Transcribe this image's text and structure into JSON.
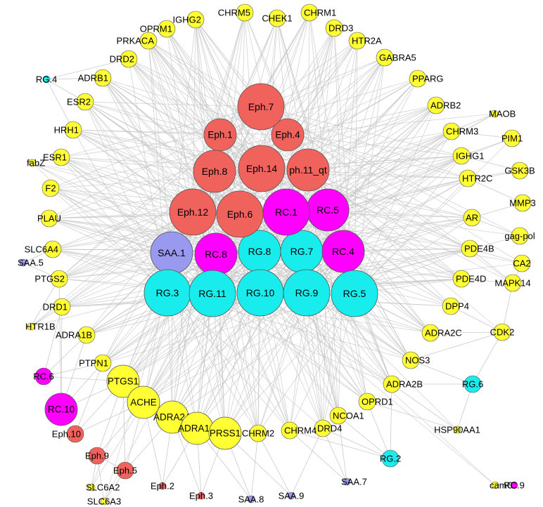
{
  "colors": {
    "background": "#ffffff",
    "edge": "#c4c4c4",
    "node_stroke": "#555555",
    "categories": {
      "target": "#ffff33",
      "eph": "#f0625c",
      "rc": "#ff00ff",
      "rg": "#19ecec",
      "saa": "#9999f0"
    }
  },
  "chart_data": {
    "type": "network",
    "nodes": [
      {
        "id": "Eph.7",
        "label": "Eph.7",
        "category": "eph",
        "size": "xl"
      },
      {
        "id": "Eph.1",
        "label": "Eph.1",
        "category": "eph",
        "size": "m"
      },
      {
        "id": "Eph.4",
        "label": "Eph.4",
        "category": "eph",
        "size": "m"
      },
      {
        "id": "Eph.8",
        "label": "Eph.8",
        "category": "eph",
        "size": "l"
      },
      {
        "id": "Eph.14",
        "label": "Eph.14",
        "category": "eph",
        "size": "xl"
      },
      {
        "id": "Eph.11",
        "label": "ph.11_qt",
        "category": "eph",
        "size": "l"
      },
      {
        "id": "Eph.12",
        "label": "Eph.12",
        "category": "eph",
        "size": "xl"
      },
      {
        "id": "Eph.6",
        "label": "Eph.6",
        "category": "eph",
        "size": "xl"
      },
      {
        "id": "RC.1",
        "label": "RC.1",
        "category": "rc",
        "size": "xl"
      },
      {
        "id": "RC.5",
        "label": "RC.5",
        "category": "rc",
        "size": "l"
      },
      {
        "id": "SAA.1",
        "label": "SAA.1",
        "category": "saa",
        "size": "l"
      },
      {
        "id": "RC.8",
        "label": "RC.8",
        "category": "rc",
        "size": "l"
      },
      {
        "id": "RG.8",
        "label": "RG.8",
        "category": "rg",
        "size": "l"
      },
      {
        "id": "RG.7",
        "label": "RG.7",
        "category": "rg",
        "size": "l"
      },
      {
        "id": "RC.4",
        "label": "RC.4",
        "category": "rc",
        "size": "l"
      },
      {
        "id": "RG.3",
        "label": "RG.3",
        "category": "rg",
        "size": "xl"
      },
      {
        "id": "RG.11",
        "label": "RG.11",
        "category": "rg",
        "size": "xl"
      },
      {
        "id": "RG.10",
        "label": "RG.10",
        "category": "rg",
        "size": "xl"
      },
      {
        "id": "RG.9",
        "label": "RG.9",
        "category": "rg",
        "size": "xl"
      },
      {
        "id": "RG.5",
        "label": "RG.5",
        "category": "rg",
        "size": "xl"
      },
      {
        "id": "CHRM5",
        "label": "CHRM5",
        "category": "target",
        "size": "s"
      },
      {
        "id": "CHEK1",
        "label": "CHEK1",
        "category": "target",
        "size": "s"
      },
      {
        "id": "CHRM1",
        "label": "CHRM1",
        "category": "target",
        "size": "s"
      },
      {
        "id": "IGHG2",
        "label": "IGHG2",
        "category": "target",
        "size": "s"
      },
      {
        "id": "OPRM1",
        "label": "OPRM1",
        "category": "target",
        "size": "s"
      },
      {
        "id": "DRD3",
        "label": "DRD3",
        "category": "target",
        "size": "s"
      },
      {
        "id": "PRKACA",
        "label": "PRKACA",
        "category": "target",
        "size": "s"
      },
      {
        "id": "HTR2A",
        "label": "HTR2A",
        "category": "target",
        "size": "s"
      },
      {
        "id": "DRD2",
        "label": "DRD2",
        "category": "target",
        "size": "s"
      },
      {
        "id": "GABRA5",
        "label": "GABRA5",
        "category": "target",
        "size": "s"
      },
      {
        "id": "ADRB1",
        "label": "ADRB1",
        "category": "target",
        "size": "s"
      },
      {
        "id": "PPARG",
        "label": "PPARG",
        "category": "target",
        "size": "s"
      },
      {
        "id": "ESR2",
        "label": "ESR2",
        "category": "target",
        "size": "s"
      },
      {
        "id": "ADRB2",
        "label": "ADRB2",
        "category": "target",
        "size": "s"
      },
      {
        "id": "HRH1",
        "label": "HRH1",
        "category": "target",
        "size": "s"
      },
      {
        "id": "CHRM3",
        "label": "CHRM3",
        "category": "target",
        "size": "s"
      },
      {
        "id": "ESR1",
        "label": "ESR1",
        "category": "target",
        "size": "s"
      },
      {
        "id": "IGHG1",
        "label": "IGHG1",
        "category": "target",
        "size": "s"
      },
      {
        "id": "F2",
        "label": "F2",
        "category": "target",
        "size": "s"
      },
      {
        "id": "HTR2C",
        "label": "HTR2C",
        "category": "target",
        "size": "s"
      },
      {
        "id": "PLAU",
        "label": "PLAU",
        "category": "target",
        "size": "s"
      },
      {
        "id": "AR",
        "label": "AR",
        "category": "target",
        "size": "s"
      },
      {
        "id": "SLC6A4",
        "label": "SLC6A4",
        "category": "target",
        "size": "s"
      },
      {
        "id": "PDE4B",
        "label": "PDE4B",
        "category": "target",
        "size": "s"
      },
      {
        "id": "PTGS2",
        "label": "PTGS2",
        "category": "target",
        "size": "s"
      },
      {
        "id": "PDE4D",
        "label": "PDE4D",
        "category": "target",
        "size": "s"
      },
      {
        "id": "DRD1",
        "label": "DRD1",
        "category": "target",
        "size": "s"
      },
      {
        "id": "DPP4",
        "label": "DPP4",
        "category": "target",
        "size": "s"
      },
      {
        "id": "ADRA1B",
        "label": "ADRA1B",
        "category": "target",
        "size": "s"
      },
      {
        "id": "ADRA2C",
        "label": "ADRA2C",
        "category": "target",
        "size": "s"
      },
      {
        "id": "PTPN1",
        "label": "PTPN1",
        "category": "target",
        "size": "s"
      },
      {
        "id": "NOS3",
        "label": "NOS3",
        "category": "target",
        "size": "s"
      },
      {
        "id": "PTGS1",
        "label": "PTGS1",
        "category": "target",
        "size": "m"
      },
      {
        "id": "ADRA2B",
        "label": "ADRA2B",
        "category": "target",
        "size": "s"
      },
      {
        "id": "ACHE",
        "label": "ACHE",
        "category": "target",
        "size": "m"
      },
      {
        "id": "OPRD1",
        "label": "OPRD1",
        "category": "target",
        "size": "s"
      },
      {
        "id": "ADRA2A",
        "label": "ADRA2A",
        "category": "target",
        "size": "m"
      },
      {
        "id": "NCOA1",
        "label": "NCOA1",
        "category": "target",
        "size": "s"
      },
      {
        "id": "ADRA1A",
        "label": "ADRA1A",
        "category": "target",
        "size": "m"
      },
      {
        "id": "DRD4",
        "label": "DRD4",
        "category": "target",
        "size": "s"
      },
      {
        "id": "PRSS1",
        "label": "PRSS1",
        "category": "target",
        "size": "m"
      },
      {
        "id": "CHRM4",
        "label": "CHRM4",
        "category": "target",
        "size": "s"
      },
      {
        "id": "CHRM2",
        "label": "CHRM2",
        "category": "target",
        "size": "s"
      },
      {
        "id": "MAPK14",
        "label": "MAPK14",
        "category": "target",
        "size": "s"
      },
      {
        "id": "CDK2",
        "label": "CDK2",
        "category": "target",
        "size": "s"
      },
      {
        "id": "CA2",
        "label": "CA2",
        "category": "target",
        "size": "s"
      },
      {
        "id": "gag-pol",
        "label": "gag-pol",
        "category": "target",
        "size": "s"
      },
      {
        "id": "MMP3",
        "label": "MMP3",
        "category": "target",
        "size": "s"
      },
      {
        "id": "GSK3B",
        "label": "GSK3B",
        "category": "target",
        "size": "s"
      },
      {
        "id": "PIM1",
        "label": "PIM1",
        "category": "target",
        "size": "s"
      },
      {
        "id": "MAOB",
        "label": "MAOB",
        "category": "target",
        "size": "xs"
      },
      {
        "id": "HSP90AA1",
        "label": "HSP90AA1",
        "category": "target",
        "size": "xs"
      },
      {
        "id": "fabZ",
        "label": "fabZ",
        "category": "target",
        "size": "xs"
      },
      {
        "id": "HTR1B",
        "label": "HTR1B",
        "category": "target",
        "size": "xs"
      },
      {
        "id": "SLC6A2",
        "label": "SLC6A2",
        "category": "target",
        "size": "xs"
      },
      {
        "id": "SLC6A3",
        "label": "SLC6A3",
        "category": "target",
        "size": "xs"
      },
      {
        "id": "camC",
        "label": "camC",
        "category": "target",
        "size": "xs"
      },
      {
        "id": "RG.4",
        "label": "RG.4",
        "category": "rg",
        "size": "xs"
      },
      {
        "id": "SAA.5",
        "label": "SAA.5",
        "category": "saa",
        "size": "xs"
      },
      {
        "id": "RC.6",
        "label": "RC.6",
        "category": "rc",
        "size": "s"
      },
      {
        "id": "RC.10",
        "label": "RC.10",
        "category": "rc",
        "size": "m"
      },
      {
        "id": "Eph.10",
        "label": "Eph.10",
        "category": "eph",
        "size": "s"
      },
      {
        "id": "Eph.9",
        "label": "Eph.9",
        "category": "eph",
        "size": "s"
      },
      {
        "id": "Eph.5",
        "label": "Eph.5",
        "category": "eph",
        "size": "s"
      },
      {
        "id": "Eph.2",
        "label": "Eph.2",
        "category": "eph",
        "size": "xs"
      },
      {
        "id": "Eph.3",
        "label": "Eph.3",
        "category": "eph",
        "size": "xs"
      },
      {
        "id": "SAA.8",
        "label": "SAA.8",
        "category": "saa",
        "size": "xs"
      },
      {
        "id": "SAA.9",
        "label": "SAA.9",
        "category": "saa",
        "size": "xs"
      },
      {
        "id": "SAA.7",
        "label": "SAA.7",
        "category": "saa",
        "size": "xs"
      },
      {
        "id": "RG.2",
        "label": "RG.2",
        "category": "rg",
        "size": "s"
      },
      {
        "id": "RG.6",
        "label": "RG.6",
        "category": "rg",
        "size": "s"
      },
      {
        "id": "RC.9",
        "label": "RC.9",
        "category": "rc",
        "size": "xs"
      }
    ],
    "extra_edges": [
      [
        "RG.4",
        "ADRB1"
      ],
      [
        "RG.4",
        "ESR2"
      ],
      [
        "RG.4",
        "DRD2"
      ],
      [
        "RG.4",
        "HRH1"
      ],
      [
        "fabZ",
        "ESR1"
      ],
      [
        "MAOB",
        "CHRM3"
      ],
      [
        "PIM1",
        "IGHG1"
      ],
      [
        "PIM1",
        "CHRM3"
      ],
      [
        "GSK3B",
        "HTR2C"
      ],
      [
        "GSK3B",
        "IGHG1"
      ],
      [
        "MMP3",
        "AR"
      ],
      [
        "MMP3",
        "HTR2C"
      ],
      [
        "gag-pol",
        "AR"
      ],
      [
        "CA2",
        "PDE4B"
      ],
      [
        "CA2",
        "MAPK14"
      ],
      [
        "MAPK14",
        "PDE4D"
      ],
      [
        "MAPK14",
        "PDE4B"
      ],
      [
        "MAPK14",
        "CDK2"
      ],
      [
        "CDK2",
        "DPP4"
      ],
      [
        "CDK2",
        "ADRA2C"
      ],
      [
        "CDK2",
        "NOS3"
      ],
      [
        "CDK2",
        "RG.6"
      ],
      [
        "RG.6",
        "ADRA2B"
      ],
      [
        "RG.6",
        "NOS3"
      ],
      [
        "RG.6",
        "HSP90AA1"
      ],
      [
        "HSP90AA1",
        "ADRA2B"
      ],
      [
        "HSP90AA1",
        "OPRD1"
      ],
      [
        "RG.2",
        "NCOA1"
      ],
      [
        "RG.2",
        "OPRD1"
      ],
      [
        "RG.2",
        "DRD4"
      ],
      [
        "RG.2",
        "ADRA2B"
      ],
      [
        "RG.2",
        "CHRM4"
      ],
      [
        "SAA.7",
        "CHRM4"
      ],
      [
        "SAA.7",
        "NCOA1"
      ],
      [
        "SAA.7",
        "DRD4"
      ],
      [
        "SAA.9",
        "PRSS1"
      ],
      [
        "SAA.9",
        "CHRM2"
      ],
      [
        "SAA.9",
        "DRD4"
      ],
      [
        "SAA.8",
        "PRSS1"
      ],
      [
        "SAA.8",
        "ADRA1A"
      ],
      [
        "SAA.8",
        "CHRM2"
      ],
      [
        "Eph.3",
        "ADRA1A"
      ],
      [
        "Eph.3",
        "ADRA2A"
      ],
      [
        "Eph.3",
        "PRSS1"
      ],
      [
        "Eph.2",
        "ADRA2A"
      ],
      [
        "Eph.2",
        "ACHE"
      ],
      [
        "Eph.2",
        "ADRA1A"
      ],
      [
        "Eph.5",
        "ACHE"
      ],
      [
        "Eph.5",
        "PTGS1"
      ],
      [
        "Eph.5",
        "ADRA2A"
      ],
      [
        "Eph.5",
        "SLC6A3"
      ],
      [
        "Eph.5",
        "Eph.9"
      ],
      [
        "Eph.9",
        "PTGS1"
      ],
      [
        "Eph.9",
        "ACHE"
      ],
      [
        "Eph.9",
        "SLC6A2"
      ],
      [
        "Eph.9",
        "SLC6A3"
      ],
      [
        "Eph.10",
        "PTGS1"
      ],
      [
        "Eph.10",
        "PTPN1"
      ],
      [
        "Eph.10",
        "ACHE"
      ],
      [
        "RC.10",
        "PTPN1"
      ],
      [
        "RC.10",
        "PTGS1"
      ],
      [
        "RC.10",
        "ADRA1B"
      ],
      [
        "RC.10",
        "DRD1"
      ],
      [
        "RC.10",
        "PTGS2"
      ],
      [
        "RC.6",
        "ADRA1B"
      ],
      [
        "RC.6",
        "PTPN1"
      ],
      [
        "RC.6",
        "DRD1"
      ],
      [
        "RC.6",
        "PTGS1"
      ],
      [
        "HTR1B",
        "DRD1"
      ],
      [
        "HTR1B",
        "PTGS2"
      ],
      [
        "SAA.5",
        "PTGS2"
      ],
      [
        "SAA.5",
        "SLC6A4"
      ],
      [
        "camC",
        "RC.9"
      ]
    ]
  }
}
